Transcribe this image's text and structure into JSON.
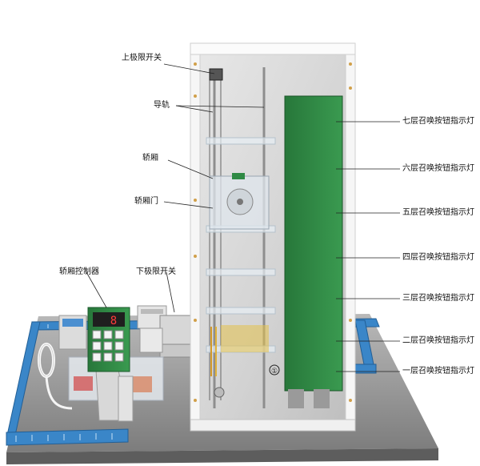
{
  "photo": {
    "labels": {
      "upper_limit_switch": "上极限开关",
      "guide_rail": "导轨",
      "car": "轿厢",
      "car_door": "轿厢门",
      "car_controller": "轿厢控制器",
      "lower_limit_switch": "下极限开关",
      "floor7_call": "七层召唤按钮指示灯",
      "floor6_call": "六层召唤按钮指示灯",
      "floor5_call": "五层召唤按钮指示灯",
      "floor4_call": "四层召唤按钮指示灯",
      "floor3_call": "三层召唤按钮指示灯",
      "floor2_call": "二层召唤按钮指示灯",
      "floor1_call": "一层召唤按钮指示灯"
    },
    "controller_display": "8",
    "shaft_floor_mark": "①",
    "colors": {
      "base_blue": "#3a86c8",
      "pcb_green": "#2f8a44",
      "frame_white": "#f2f2f2",
      "table_grey": "#9a9a9a"
    }
  }
}
